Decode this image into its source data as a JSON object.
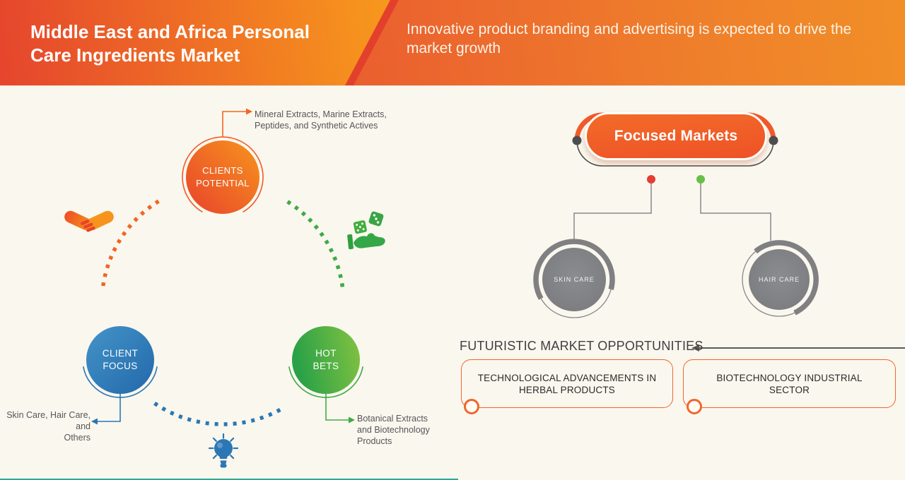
{
  "header": {
    "title": "Middle East and Africa Personal Care Ingredients Market",
    "subtitle": "Innovative product branding and advertising is expected to drive the market growth"
  },
  "matrix": {
    "nodes": [
      {
        "id": "clients-potential",
        "label": "CLIENTS\nPOTENTIAL",
        "annotation": "Mineral Extracts, Marine Extracts,\nPeptides, and Synthetic Actives",
        "color": "#f26522"
      },
      {
        "id": "client-focus",
        "label": "CLIENT\nFOCUS",
        "annotation": "Skin Care, Hair Care, and\nOthers",
        "color": "#2b77b5"
      },
      {
        "id": "hot-bets",
        "label": "HOT\nBETS",
        "annotation": "Botanical Extracts\nand Biotechnology\nProducts",
        "color": "#3faa47"
      }
    ],
    "icons": [
      "handshake-icon",
      "hand-dice-icon",
      "lightbulb-icon"
    ]
  },
  "focused_markets": {
    "title": "Focused Markets",
    "segments": [
      {
        "label": "SKIN CARE",
        "dot_color": "#e63c32"
      },
      {
        "label": "HAIR CARE",
        "dot_color": "#6abf4b"
      }
    ]
  },
  "opportunities": {
    "heading": "FUTURISTIC MARKET OPPORTUNITIES",
    "items": [
      "TECHNOLOGICAL ADVANCEMENTS IN HERBAL PRODUCTS",
      "BIOTECHNOLOGY INDUSTRIAL SECTOR"
    ]
  },
  "colors": {
    "accent_orange": "#f26522",
    "blue": "#2b77b5",
    "green": "#3faa47",
    "gray_circle": "#808083",
    "background_cream": "#faf7ee",
    "header_red": "#e5452d",
    "header_orange": "#f89b1c",
    "teal_footer_line": "#2ea893"
  }
}
